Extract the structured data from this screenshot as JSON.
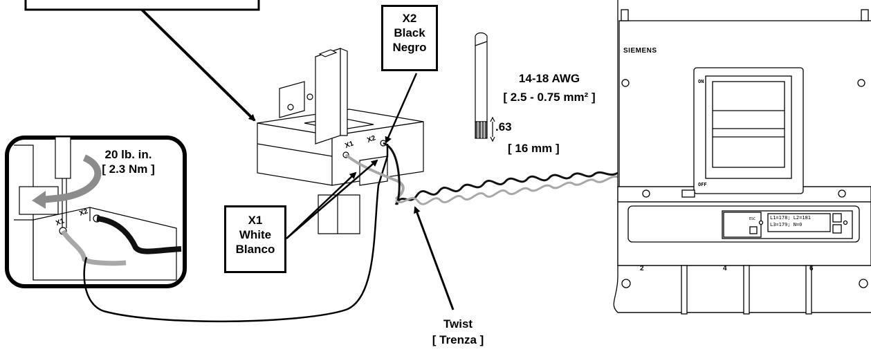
{
  "labels": {
    "x2": [
      "X2",
      "Black",
      "Negro"
    ],
    "x1": [
      "X1",
      "White",
      "Blanco"
    ],
    "gauge": [
      "14-18 AWG",
      "[ 2.5 - 0.75 mm² ]"
    ],
    "strip": [
      ".63",
      "[ 16 mm ]"
    ],
    "torque": [
      "20 lb. in.",
      "[ 2.3 Nm ]"
    ],
    "twist": [
      "Twist",
      "[ Trenza ]"
    ]
  },
  "breaker": {
    "brand": "SIEMENS",
    "on_text": "ON",
    "off_text": "OFF",
    "display_line1": "L1=178; L2=181",
    "display_line2": "L3=179; N=0",
    "esc_label": "ESC",
    "phase_labels": [
      "2",
      "4",
      "6"
    ]
  },
  "ct_terminals": [
    "X1",
    "X2"
  ],
  "colors": {
    "ink": "#000000",
    "white_wire": "#a8a8a8",
    "black_wire": "#111111"
  }
}
